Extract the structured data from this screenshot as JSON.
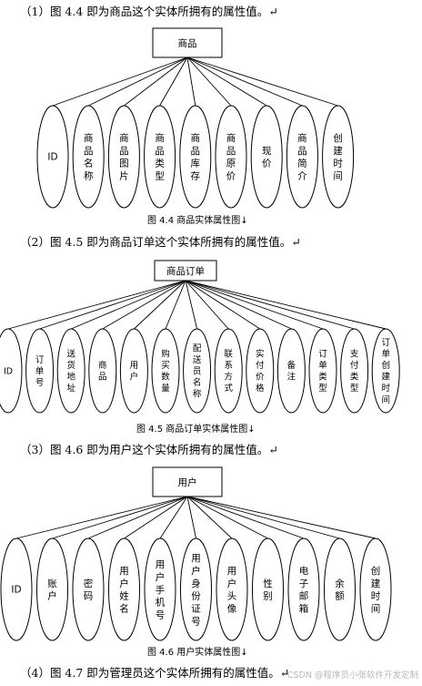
{
  "headings": {
    "h1": "（1）图 4.4 即为商品这个实体所拥有的属性值。↵",
    "h2": "（2）图 4.5 即为商品订单这个实体所拥有的属性值。↵",
    "h3": "（3）图 4.6 即为用户这个实体所拥有的属性值。↵",
    "h4": "（4）图 4.7 即为管理员这个实体所拥有的属性值。↵"
  },
  "diagrams": [
    {
      "entity": "商品",
      "caption": "图 4.4  商品实体属性图↓",
      "attributes": [
        "ID",
        "商品名称",
        "商品图片",
        "商品类型",
        "商品库存",
        "商品原价",
        "现价",
        "商品简介",
        "创建时间"
      ]
    },
    {
      "entity": "商品订单",
      "caption": "图 4.5  商品订单实体属性图↓",
      "attributes": [
        "ID",
        "订单号",
        "送货地址",
        "商品",
        "用户",
        "购买数量",
        "配送员名称",
        "联系方式",
        "实付价格",
        "备注",
        "订单类型",
        "支付类型",
        "订单创建时间"
      ]
    },
    {
      "entity": "用户",
      "caption": "图 4.6  用户实体属性图↓",
      "attributes": [
        "ID",
        "账户",
        "密码",
        "用户姓名",
        "用户手机号",
        "用户身份证号",
        "用户头像",
        "性别",
        "电子邮箱",
        "余额",
        "创建时间"
      ]
    }
  ],
  "watermark": "CSDN @程序员小张软件开发定制"
}
